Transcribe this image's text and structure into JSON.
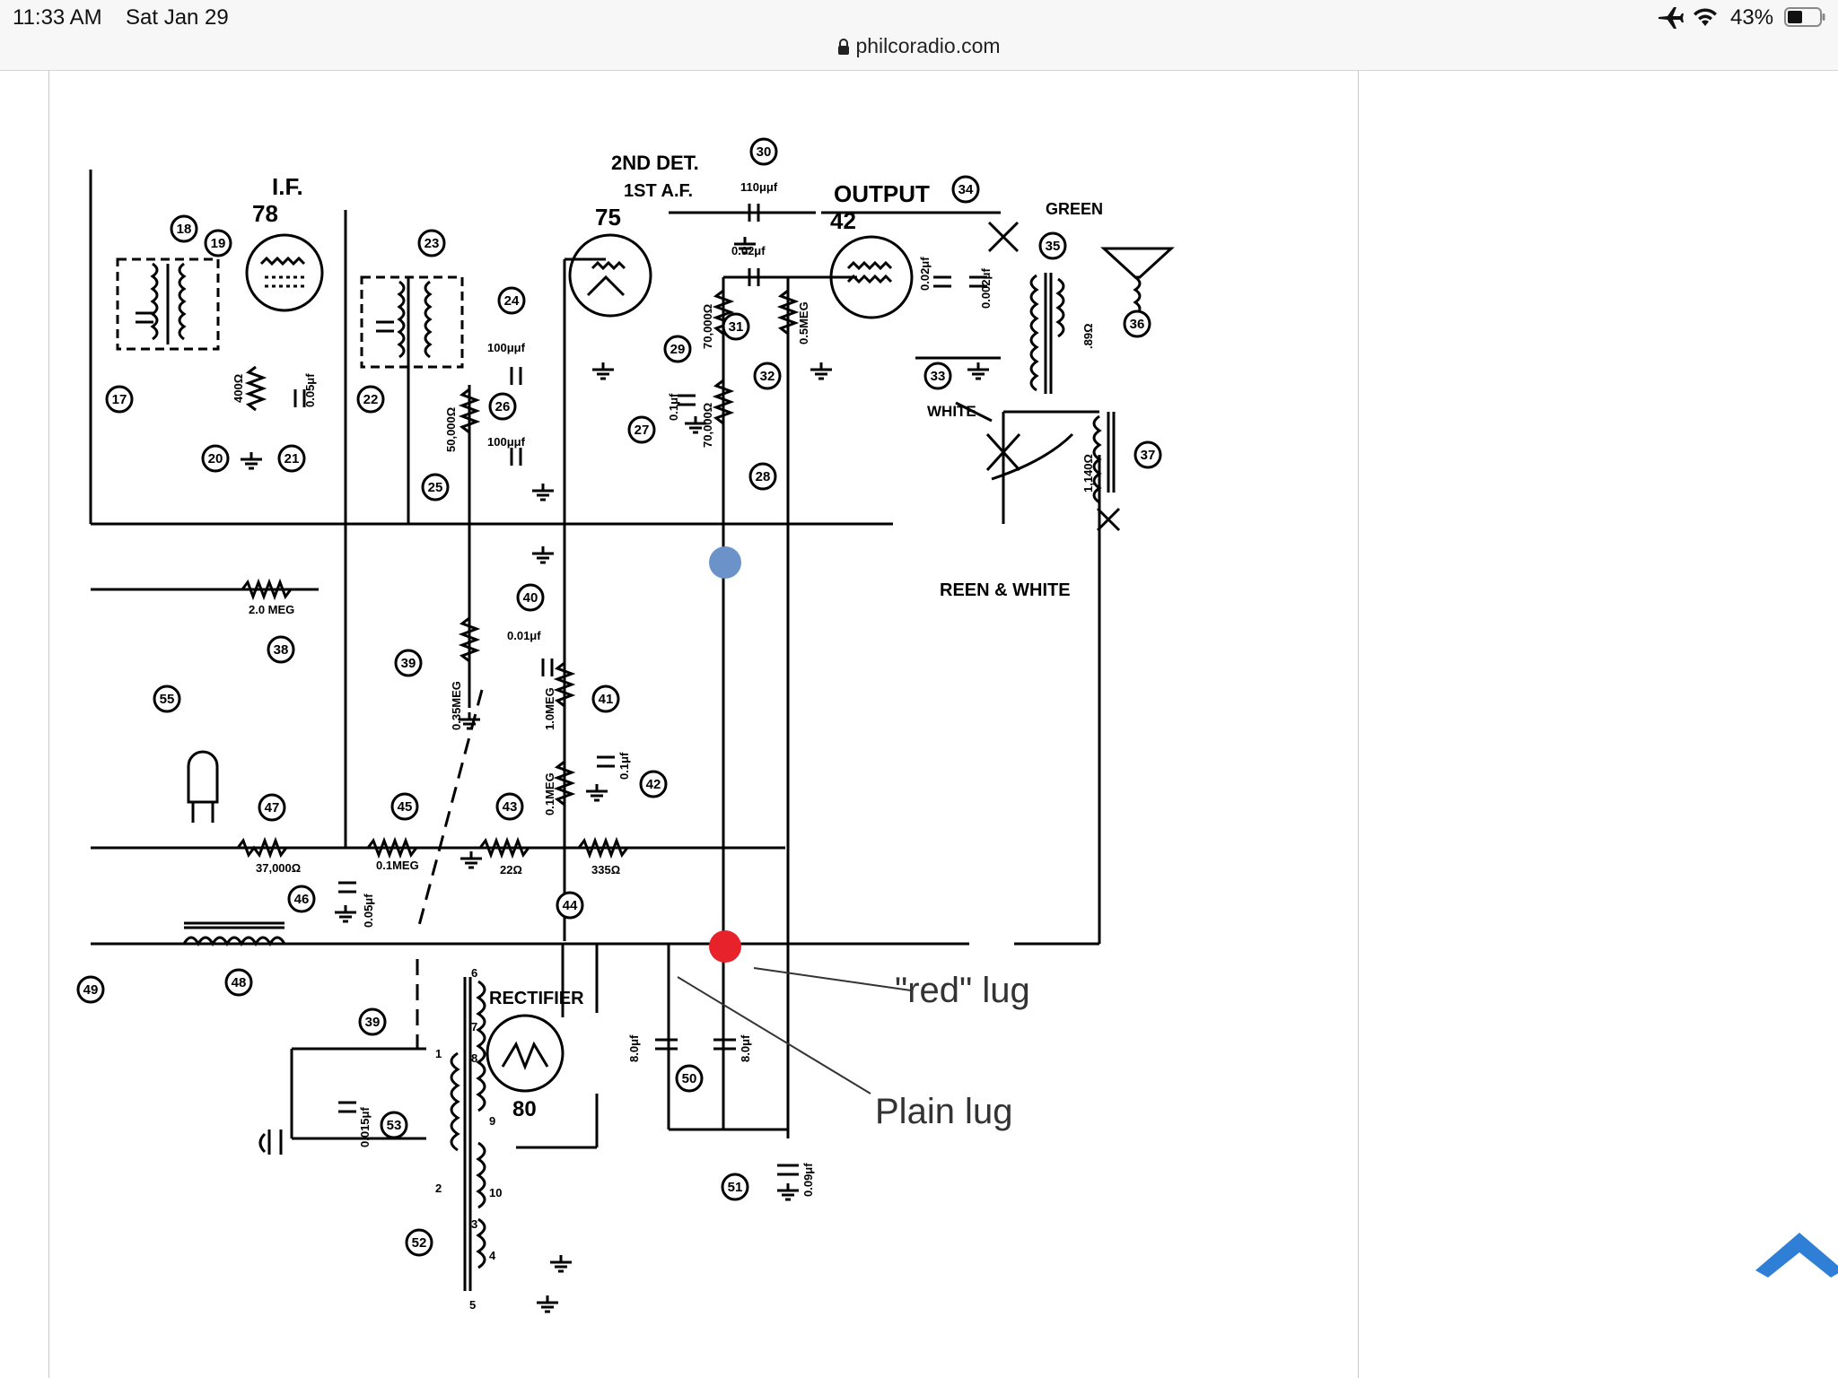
{
  "status_bar": {
    "time": "11:33 AM",
    "date": "Sat Jan 29",
    "battery": "43%",
    "url": "philcoradio.com"
  },
  "schematic": {
    "labels": {
      "if": "I.F.",
      "tube78": "78",
      "second_det_line1": "2ND DET.",
      "second_det_line2": "1ST A.F.",
      "tube75": "75",
      "output": "OUTPUT",
      "tube42": "42",
      "green": "GREEN",
      "white": "WHITE",
      "green_white": "REEN & WHITE",
      "rectifier": "RECTIFIER",
      "tube80": "80"
    },
    "values": {
      "r20": "400Ω",
      "c21": "0.05μf",
      "c24": "100μμf",
      "c26": "100μμf",
      "r25": "50,000Ω",
      "c30": "110μμf",
      "c31": "0.02μf",
      "r29": "70,000Ω",
      "r32": "0.5MEG",
      "c27": "0.1μf",
      "r28": "70,000Ω",
      "c33": "0.02μf",
      "c34": "0.002μf",
      "r36": ".89Ω",
      "r37": "1,140Ω",
      "r38": "2.0 MEG",
      "r39": "0.35MEG",
      "c40": "0.01μf",
      "r41": "1.0MEG",
      "c42": "0.1μf",
      "r43": "0.1MEG",
      "r47": "37,000Ω",
      "r45": "0.1MEG",
      "c46": "0.05μf",
      "r22": "22Ω",
      "r335": "335Ω",
      "c50a": "8.0μf",
      "c50b": "8.0μf",
      "c51": "0.09μf",
      "c53": "0.015μf"
    },
    "callouts": [
      "17",
      "18",
      "19",
      "20",
      "21",
      "22",
      "23",
      "24",
      "25",
      "26",
      "27",
      "28",
      "29",
      "30",
      "31",
      "32",
      "33",
      "34",
      "35",
      "36",
      "37",
      "38",
      "39",
      "40",
      "41",
      "42",
      "43",
      "44",
      "45",
      "46",
      "47",
      "48",
      "49",
      "50",
      "51",
      "52",
      "53",
      "55",
      "39"
    ],
    "pins": [
      "1",
      "2",
      "3",
      "4",
      "5",
      "6",
      "7",
      "8",
      "9",
      "10"
    ],
    "marker_colors": {
      "blue": "#6b93c9",
      "red": "#e8222a"
    }
  },
  "annotations": {
    "red_lug": "\"red\" lug",
    "plain_lug": "Plain lug"
  },
  "icons": {
    "airplane": "airplane-icon",
    "wifi": "wifi-icon",
    "battery": "battery-icon",
    "lock": "lock-icon",
    "scroll_top": "chevron-up-icon"
  },
  "accent_color": "#2f7fd6"
}
